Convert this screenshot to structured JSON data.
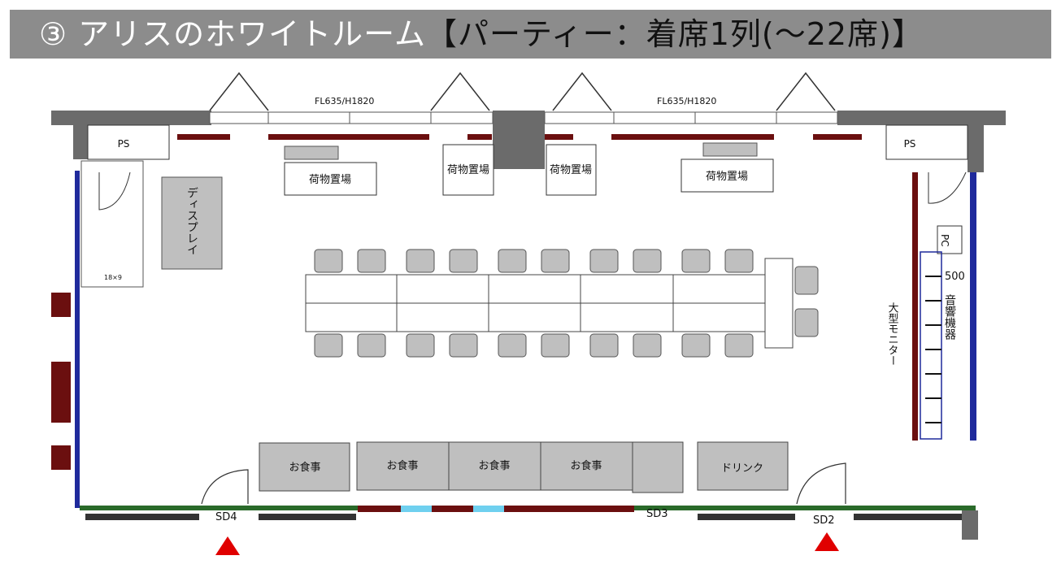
{
  "title": {
    "main": "③ アリスのホワイトルーム",
    "sub": "【パーティー：着席1列(～22席)】"
  },
  "plan": {
    "fl_left": "FL635/H1820",
    "fl_right": "FL635/H1820",
    "ps_left": "PS",
    "ps_right": "PS",
    "luggage_1": "荷物置場",
    "luggage_2": "荷物置場",
    "luggage_3": "荷物置場",
    "luggage_4": "荷物置場",
    "display": "ディスプレイ",
    "size_note": "18×9",
    "pc": "PC",
    "monitor_size": "500",
    "equipment": "音響機器",
    "monitor": "大型モニター",
    "food_1": "お食事",
    "food_2": "お食事",
    "food_3": "お食事",
    "food_4": "お食事",
    "drink": "ドリンク",
    "sd4": "SD4",
    "sd3": "SD3",
    "sd2": "SD2"
  },
  "colors": {
    "header_bg": "#8c8c8c",
    "wall": "#6b6b6b",
    "window_red": "#6b0f0f",
    "blue_wall": "#1f2a9c",
    "entrance_marker": "#e00000",
    "glass": "#6fd0ef"
  },
  "icons": {
    "entrance": "red-triangle-icon"
  }
}
